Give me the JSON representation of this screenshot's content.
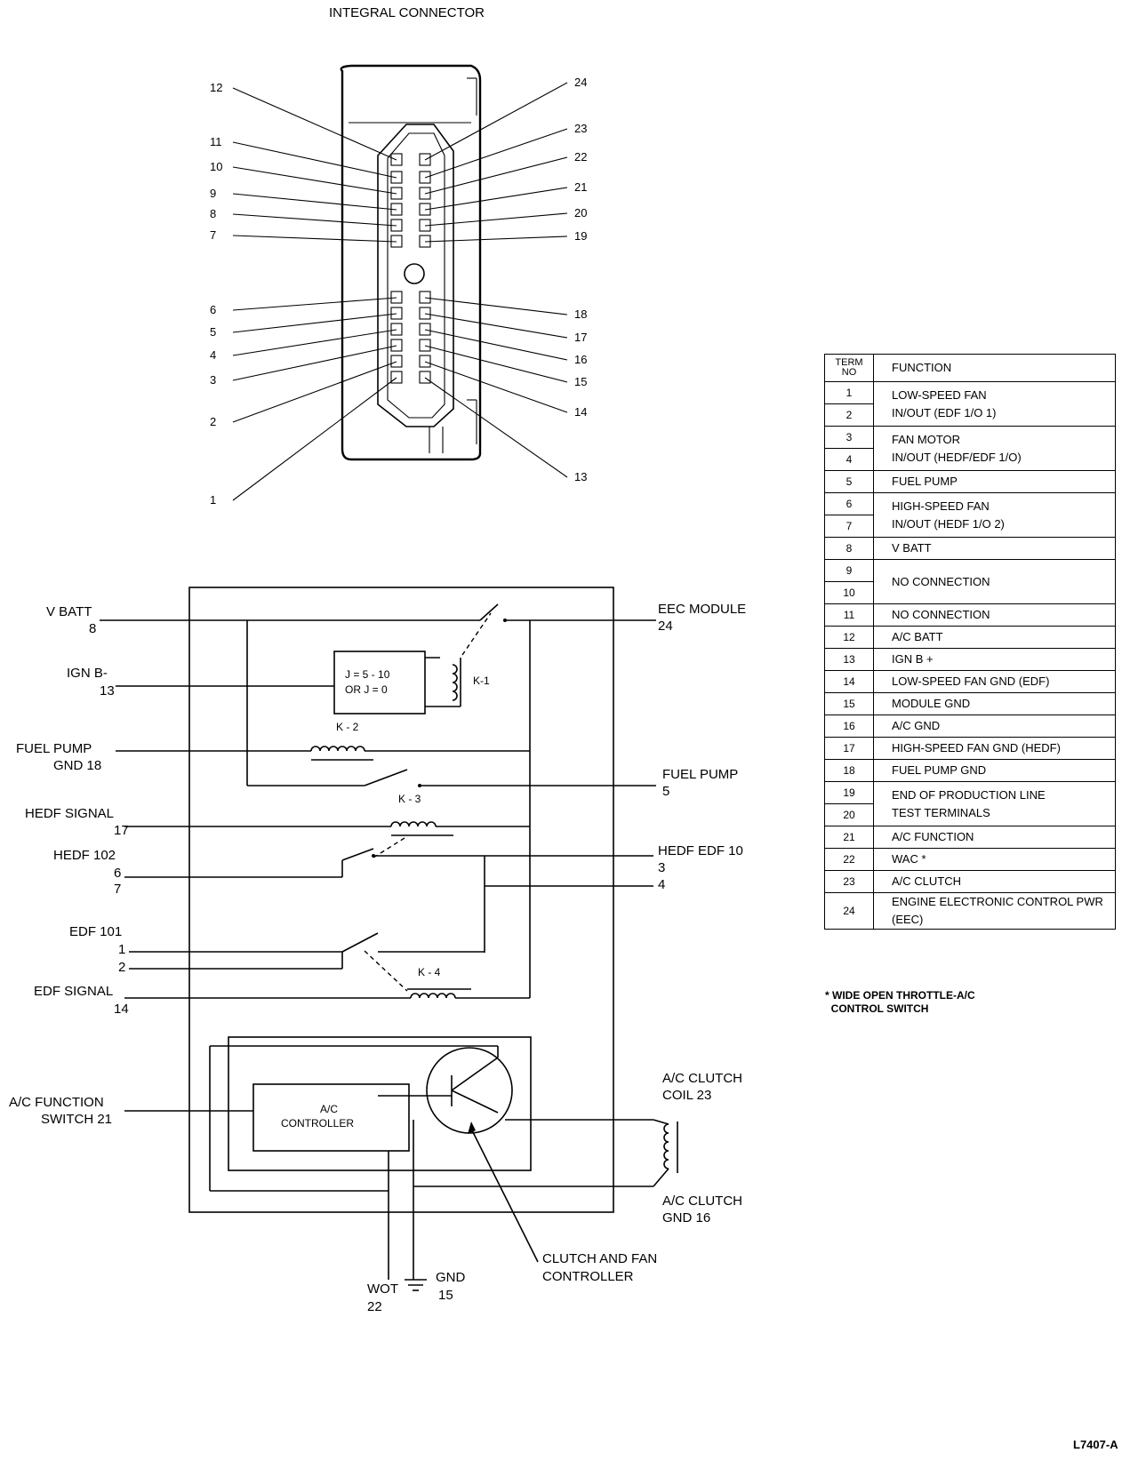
{
  "connector_title": "INTEGRAL CONNECTOR",
  "connector_pins": {
    "left": [
      "12",
      "11",
      "10",
      "9",
      "8",
      "7",
      "6",
      "5",
      "4",
      "3",
      "2",
      "1"
    ],
    "right": [
      "24",
      "23",
      "22",
      "21",
      "20",
      "19",
      "18",
      "17",
      "16",
      "15",
      "14",
      "13"
    ]
  },
  "schematic": {
    "v_batt": "V BATT",
    "v_batt_num": "8",
    "ign": "IGN B-",
    "ign_num": "13",
    "fuel_pump_gnd": "FUEL PUMP",
    "fuel_pump_gnd_2": "GND 18",
    "hedf_signal": "HEDF SIGNAL",
    "hedf_signal_num": "17",
    "hedf_102": "HEDF 102",
    "hedf_102_a": "6",
    "hedf_102_b": "7",
    "edf_101": "EDF 101",
    "edf_101_a": "1",
    "edf_101_b": "2",
    "edf_signal": "EDF SIGNAL",
    "edf_signal_num": "14",
    "ac_function": "A/C FUNCTION",
    "ac_function_2": "SWITCH 21",
    "eec_module": "EEC MODULE",
    "eec_module_num": "24",
    "fuel_pump_out": "FUEL PUMP",
    "fuel_pump_out_num": "5",
    "hedf_edf": "HEDF EDF 10",
    "hedf_edf_a": "3",
    "hedf_edf_b": "4",
    "ac_clutch_coil": "A/C CLUTCH",
    "ac_clutch_coil_2": "COIL 23",
    "ac_clutch_gnd": "A/C CLUTCH",
    "ac_clutch_gnd_2": "GND 16",
    "clutch_fan_ctrl": "CLUTCH AND FAN",
    "clutch_fan_ctrl_2": "CONTROLLER",
    "wot": "WOT",
    "wot_num": "22",
    "gnd": "GND",
    "gnd_num": "15",
    "timer_line1": "J = 5 - 10",
    "timer_line2": "OR J = 0",
    "k1": "K-1",
    "k2": "K - 2",
    "k3": "K - 3",
    "k4": "K - 4",
    "ac_controller_1": "A/C",
    "ac_controller_2": "CONTROLLER"
  },
  "table": {
    "header_term_1": "TERM",
    "header_term_2": "NO",
    "header_function": "FUNCTION",
    "rows": [
      {
        "no": "1",
        "fn": "LOW-SPEED FAN",
        "group": "a"
      },
      {
        "no": "2",
        "fn": "IN/OUT (EDF 1/O 1)",
        "group": "a"
      },
      {
        "no": "3",
        "fn": "FAN MOTOR",
        "group": "b"
      },
      {
        "no": "4",
        "fn": "IN/OUT (HEDF/EDF 1/O)",
        "group": "b"
      },
      {
        "no": "5",
        "fn": "FUEL PUMP"
      },
      {
        "no": "6",
        "fn": "HIGH-SPEED FAN",
        "group": "c"
      },
      {
        "no": "7",
        "fn": "IN/OUT (HEDF 1/O 2)",
        "group": "c"
      },
      {
        "no": "8",
        "fn": "V BATT"
      },
      {
        "no": "9",
        "fn": "NO CONNECTION",
        "group": "d"
      },
      {
        "no": "10",
        "fn": "",
        "group": "d"
      },
      {
        "no": "11",
        "fn": "NO CONNECTION"
      },
      {
        "no": "12",
        "fn": "A/C BATT"
      },
      {
        "no": "13",
        "fn": "IGN B +"
      },
      {
        "no": "14",
        "fn": "LOW-SPEED FAN GND (EDF)"
      },
      {
        "no": "15",
        "fn": "MODULE GND"
      },
      {
        "no": "16",
        "fn": "A/C GND"
      },
      {
        "no": "17",
        "fn": "HIGH-SPEED FAN GND (HEDF)"
      },
      {
        "no": "18",
        "fn": "FUEL PUMP GND"
      },
      {
        "no": "19",
        "fn": "END OF PRODUCTION LINE",
        "group": "e"
      },
      {
        "no": "20",
        "fn": "TEST TERMINALS",
        "group": "e"
      },
      {
        "no": "21",
        "fn": "A/C FUNCTION"
      },
      {
        "no": "22",
        "fn": "WAC *"
      },
      {
        "no": "23",
        "fn": "A/C CLUTCH"
      },
      {
        "no": "24",
        "fn": "ENGINE ELECTRONIC CONTROL PWR (EEC)"
      }
    ]
  },
  "footnote": "* WIDE OPEN THROTTLE-A/C\n  CONTROL SWITCH",
  "figure_id": "L7407-A"
}
